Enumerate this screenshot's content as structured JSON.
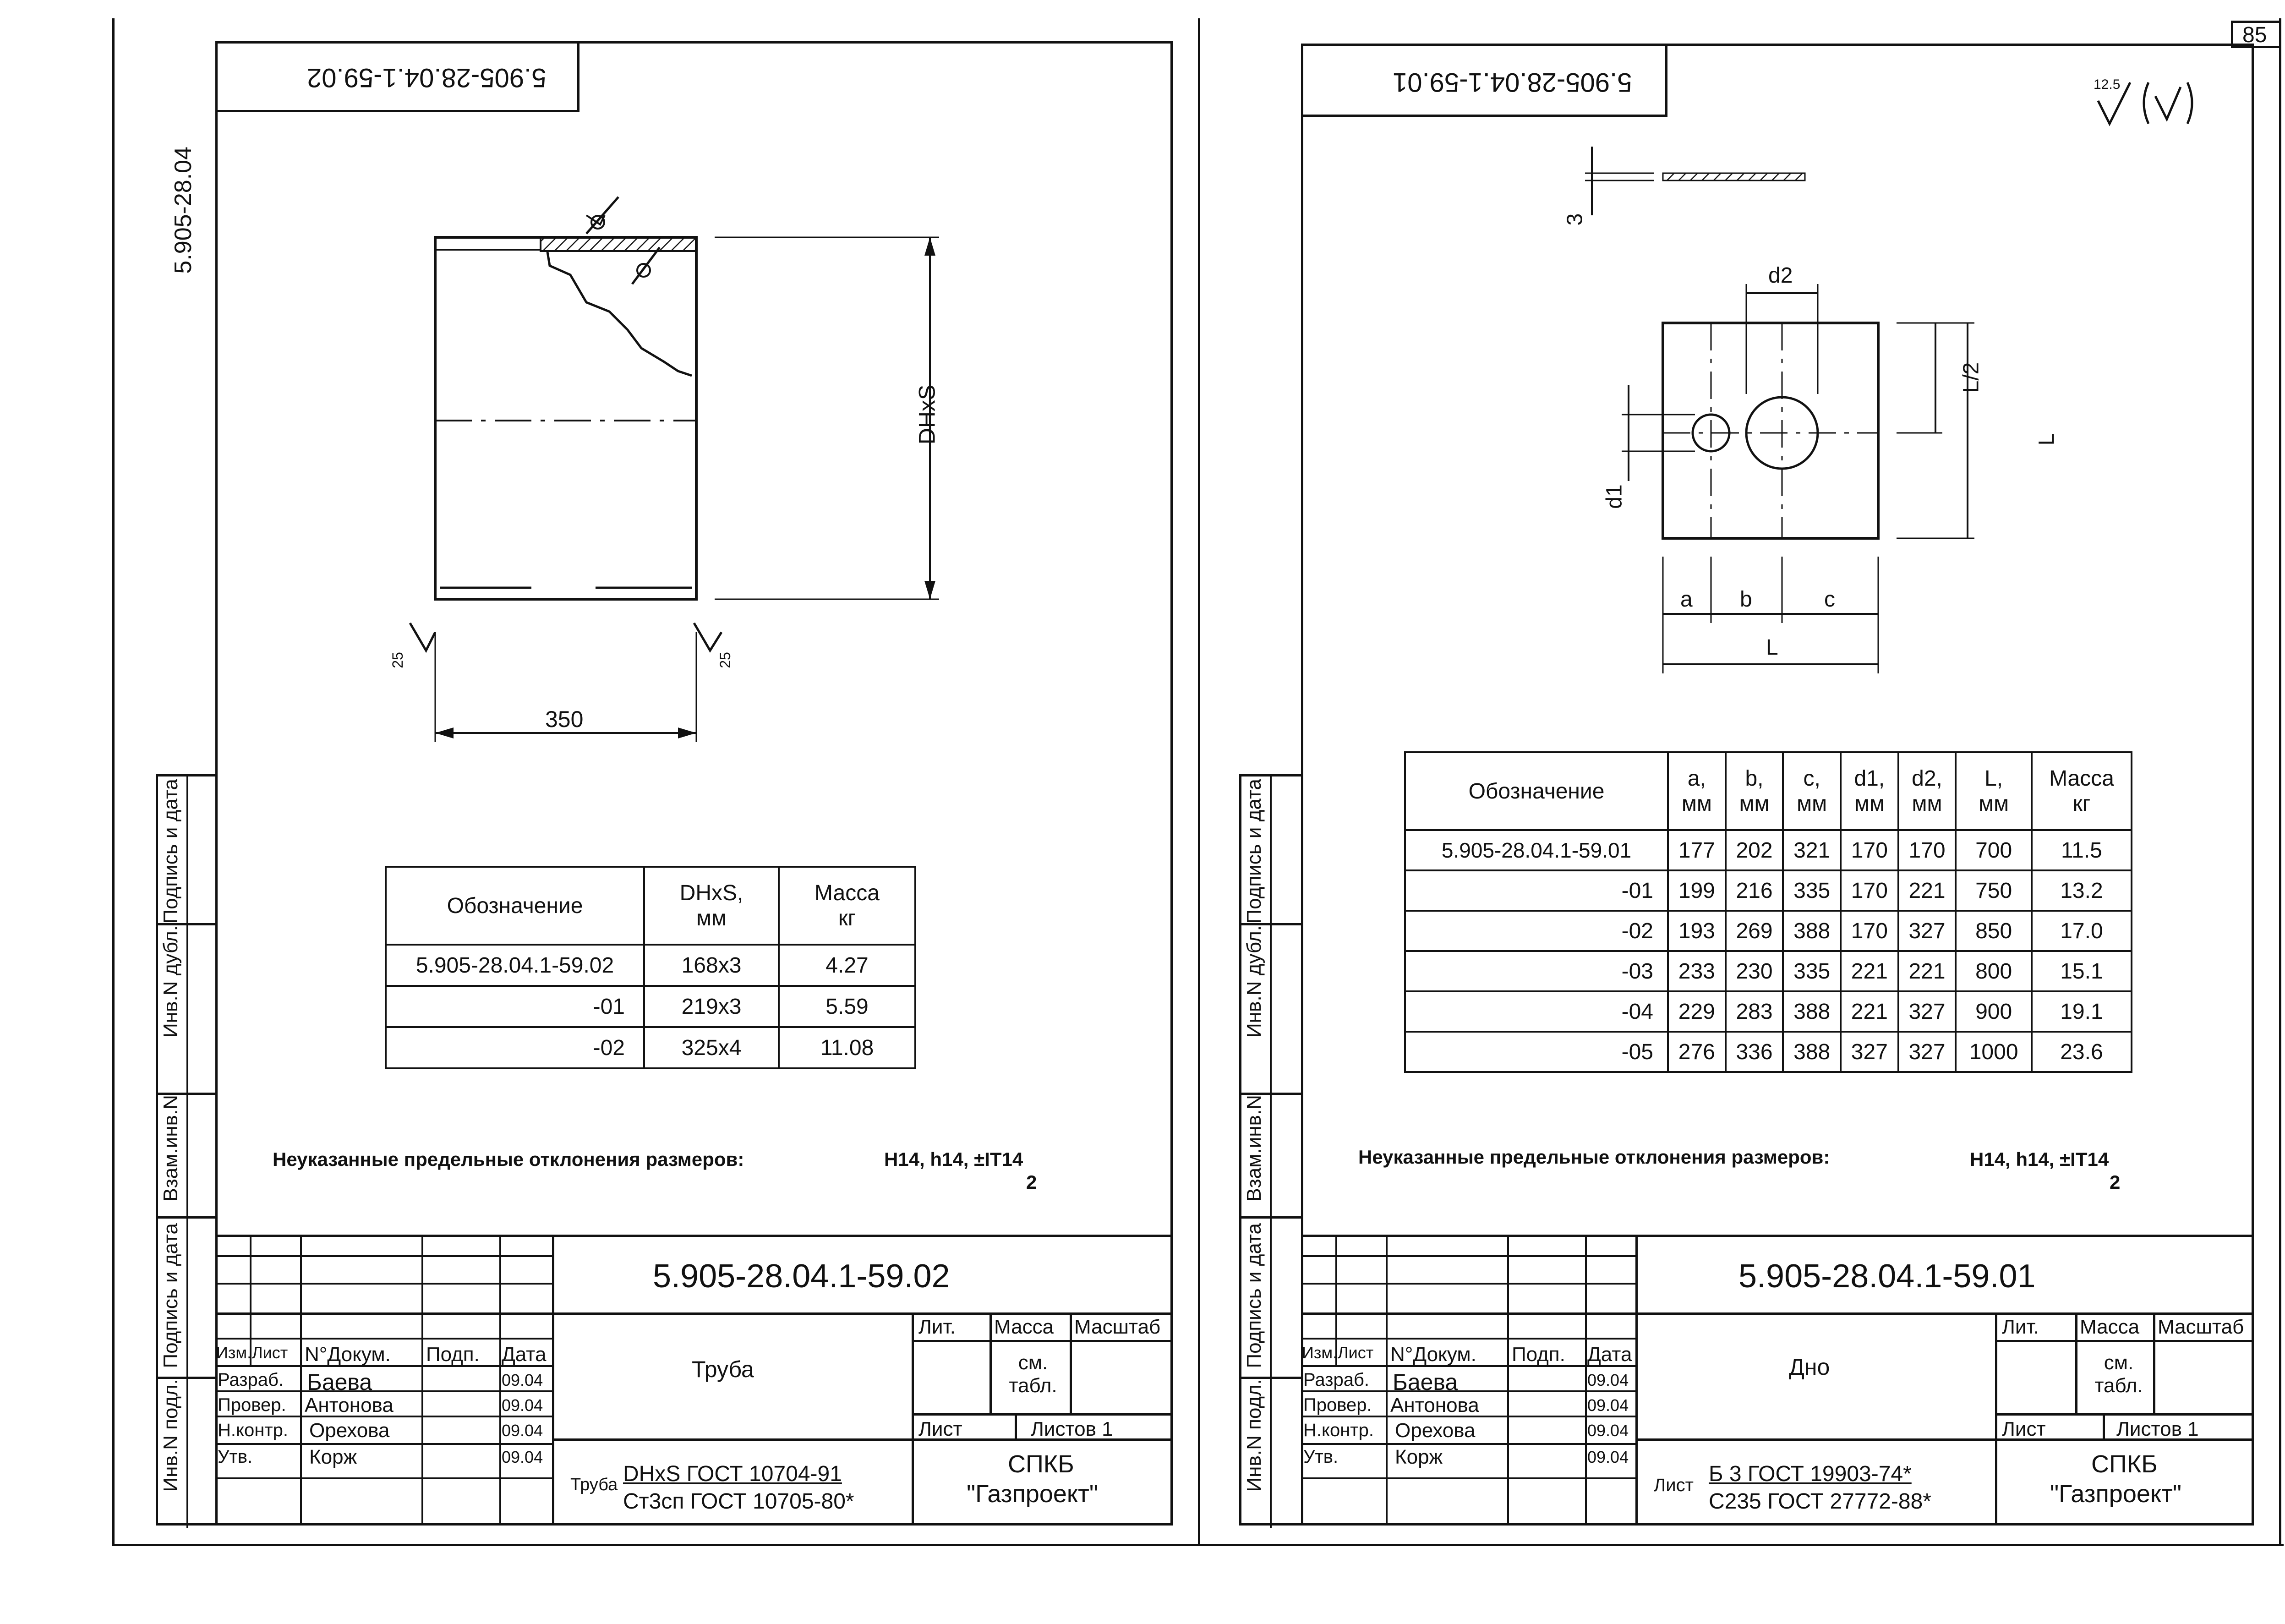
{
  "page_number": "85",
  "left_sheet": {
    "side_code": "5.905-28.04",
    "mirrored_code": "5.905-28.04.1-59.02",
    "dim_height": "DHxS",
    "dim_width": "350",
    "roughness": "25",
    "table": {
      "headers": [
        "Обозначение",
        "DHxS,\nмм",
        "Масса\nкг"
      ],
      "rows": [
        [
          "5.905-28.04.1-59.02",
          "168x3",
          "4.27"
        ],
        [
          "-01",
          "219x3",
          "5.59"
        ],
        [
          "-02",
          "325x4",
          "11.08"
        ]
      ]
    },
    "tolerance_note": "Неуказанные предельные отклонения размеров:",
    "tolerance_value": "H14, h14, ±IT14",
    "tolerance_denominator": "2",
    "title_block": {
      "code": "5.905-28.04.1-59.02",
      "name": "Труба",
      "lit": "Лит.",
      "mass": "Масса",
      "scale": "Масштаб",
      "mass_value": "см. табл.",
      "sheet": "Лист",
      "sheets": "Листов 1",
      "org1": "СПКБ",
      "org2": "\"Газпроект\"",
      "material_prefix": "Труба",
      "material_top": "DHxS  ГОСТ  10704-91",
      "material_bottom": "Ст3сп  ГОСТ  10705-80*",
      "cols": [
        "Изм.",
        "Лист",
        "N°Докум.",
        "Подп.",
        "Дата"
      ],
      "people": [
        [
          "Разраб.",
          "Баева",
          "09.04"
        ],
        [
          "Провер.",
          "Антонова",
          "09.04"
        ],
        [
          "Н.контр.",
          "Орехова",
          "09.04"
        ],
        [
          "Утв.",
          "Корж",
          "09.04"
        ]
      ]
    }
  },
  "right_sheet": {
    "mirrored_code": "5.905-28.04.1-59.01",
    "roughness_value": "12.5",
    "thickness": "3",
    "dims": {
      "d2": "d2",
      "d1": "d1",
      "L2": "L/2",
      "L": "L",
      "a": "a",
      "b": "b",
      "c": "c"
    },
    "table": {
      "headers": [
        "Обозначение",
        "a,\nмм",
        "b,\nмм",
        "c,\nмм",
        "d1,\nмм",
        "d2,\nмм",
        "L,\nмм",
        "Масса\nкг"
      ],
      "rows": [
        [
          "5.905-28.04.1-59.01",
          "177",
          "202",
          "321",
          "170",
          "170",
          "700",
          "11.5"
        ],
        [
          "-01",
          "199",
          "216",
          "335",
          "170",
          "221",
          "750",
          "13.2"
        ],
        [
          "-02",
          "193",
          "269",
          "388",
          "170",
          "327",
          "850",
          "17.0"
        ],
        [
          "-03",
          "233",
          "230",
          "335",
          "221",
          "221",
          "800",
          "15.1"
        ],
        [
          "-04",
          "229",
          "283",
          "388",
          "221",
          "327",
          "900",
          "19.1"
        ],
        [
          "-05",
          "276",
          "336",
          "388",
          "327",
          "327",
          "1000",
          "23.6"
        ]
      ]
    },
    "tolerance_note": "Неуказанные предельные отклонения размеров:",
    "tolerance_value": "H14, h14, ±IT14",
    "tolerance_denominator": "2",
    "title_block": {
      "code": "5.905-28.04.1-59.01",
      "name": "Дно",
      "lit": "Лит.",
      "mass": "Масса",
      "scale": "Масштаб",
      "mass_value": "см. табл.",
      "sheet": "Лист",
      "sheets": "Листов 1",
      "org1": "СПКБ",
      "org2": "\"Газпроект\"",
      "material_prefix": "Лист",
      "material_top": "Б  3  ГОСТ  19903-74*",
      "material_bottom": "С235  ГОСТ  27772-88*",
      "cols": [
        "Изм.",
        "Лист",
        "N°Докум.",
        "Подп.",
        "Дата"
      ],
      "people": [
        [
          "Разраб.",
          "Баева",
          "09.04"
        ],
        [
          "Провер.",
          "Антонова",
          "09.04"
        ],
        [
          "Н.контр.",
          "Орехова",
          "09.04"
        ],
        [
          "Утв.",
          "Корж",
          "09.04"
        ]
      ]
    }
  },
  "side_stamp": [
    "Подпись и дата",
    "Инв.N дубл.",
    "Взам.инв.N",
    "Подпись и дата",
    "Инв.N подл."
  ]
}
